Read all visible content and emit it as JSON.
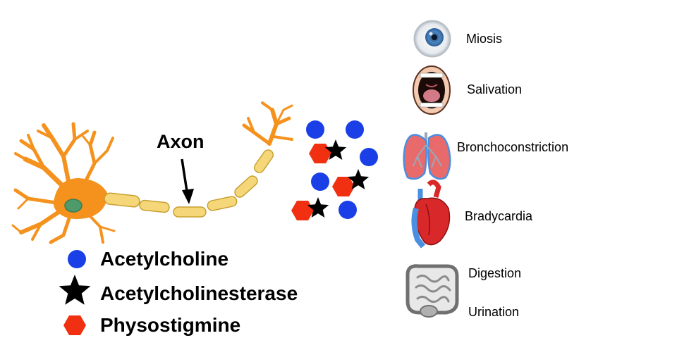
{
  "diagram": {
    "axon_label": "Axon",
    "legend": [
      {
        "label": "Acetylcholine",
        "shape": "circle",
        "color": "#1a3fe6"
      },
      {
        "label": "Acetylcholinesterase",
        "shape": "star",
        "color": "#000000"
      },
      {
        "label": "Physostigmine",
        "shape": "hexagon",
        "color": "#f03010"
      }
    ],
    "effects": [
      {
        "label": "Miosis",
        "icon": "eye-icon"
      },
      {
        "label": "Salivation",
        "icon": "mouth-icon"
      },
      {
        "label": "Bronchoconstriction",
        "icon": "lungs-icon"
      },
      {
        "label": "Bradycardia",
        "icon": "heart-icon"
      },
      {
        "label": "Digestion",
        "icon": "intestines-icon"
      },
      {
        "label": "Urination",
        "icon": "intestines-icon"
      }
    ],
    "colors": {
      "neuron": "#f5921e",
      "myelin": "#f5d77a",
      "nucleus": "#4f9a6a",
      "acetylcholine": "#1a3fe6",
      "physostigmine": "#f03010",
      "lungs": "#e86a6a",
      "heart": "#d9282a",
      "vessels": "#4a8fe0"
    }
  }
}
